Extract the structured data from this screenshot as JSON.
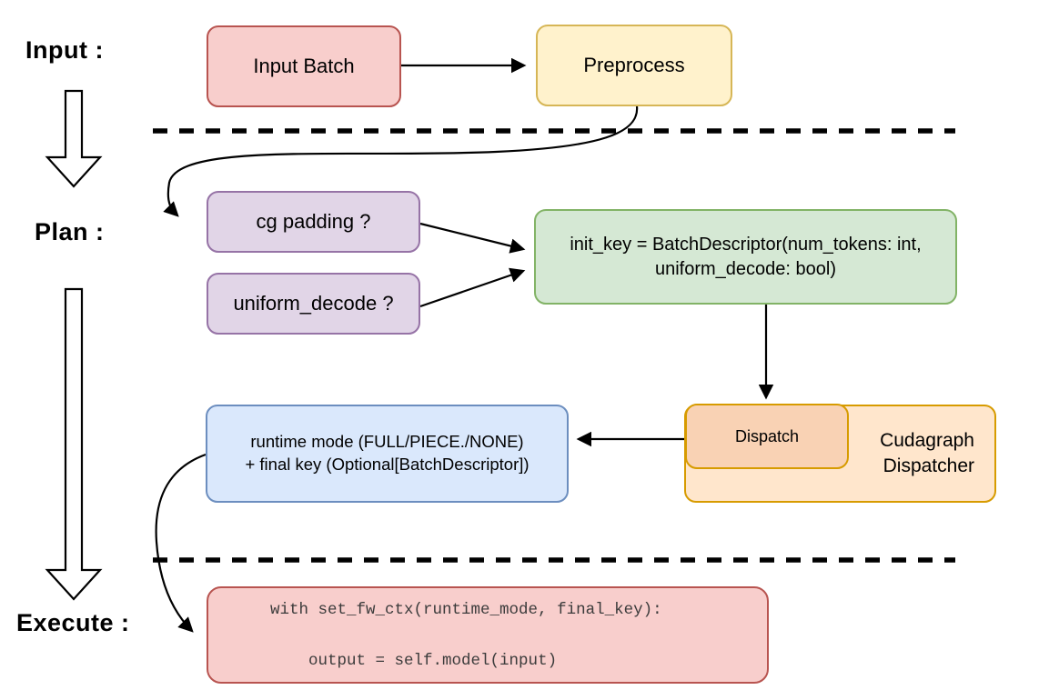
{
  "stages": {
    "input_label": "Input :",
    "plan_label": "Plan :",
    "execute_label": "Execute :"
  },
  "nodes": {
    "input_batch": {
      "label": "Input Batch",
      "fill": "#f8cecc",
      "stroke": "#b85450"
    },
    "preprocess": {
      "label": "Preprocess",
      "fill": "#fff2cc",
      "stroke": "#d6b656"
    },
    "cg_padding": {
      "label": "cg padding ?",
      "fill": "#e1d5e7",
      "stroke": "#9673a6"
    },
    "uniform_decode": {
      "label": "uniform_decode ?",
      "fill": "#e1d5e7",
      "stroke": "#9673a6"
    },
    "init_key": {
      "line1": "init_key = BatchDescriptor(num_tokens: int,",
      "line2": "uniform_decode: bool)",
      "fill": "#d5e8d4",
      "stroke": "#82b366"
    },
    "dispatch": {
      "label": "Dispatch",
      "fill": "#f9d2b4",
      "stroke": "#d79b00"
    },
    "cudagraph_dispatcher": {
      "line1": "Cudagraph",
      "line2": "Dispatcher",
      "fill": "#ffe6cc",
      "stroke": "#d79b00"
    },
    "runtime_mode": {
      "line1": "runtime mode (FULL/PIECE./NONE)",
      "line2": "+ final key (Optional[BatchDescriptor])",
      "fill": "#dae8fc",
      "stroke": "#6c8ebf"
    },
    "execute_code": {
      "line1": "with set_fw_ctx(runtime_mode, final_key):",
      "line2": "    output = self.model(input)",
      "fill": "#f8cecc",
      "stroke": "#b85450"
    }
  },
  "connectors": {
    "color": "#000000",
    "separator_style": "dashed"
  },
  "background": "#ffffff"
}
